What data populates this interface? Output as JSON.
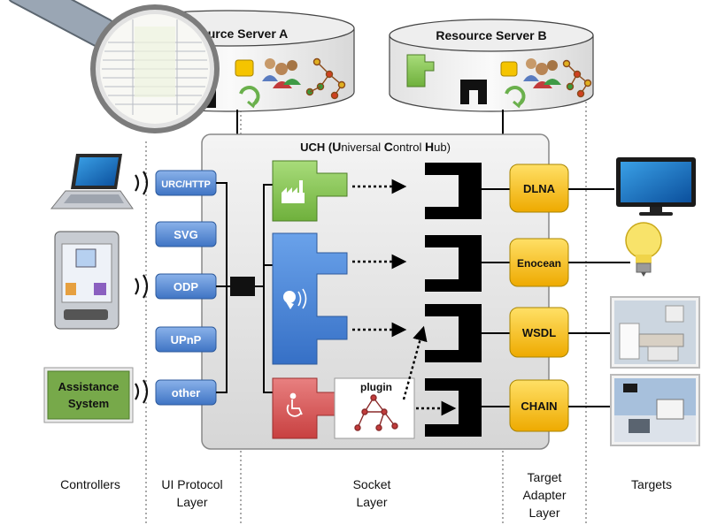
{
  "resource_servers": [
    {
      "name": "Resource Server A",
      "visible_text": "urce Server A"
    },
    {
      "name": "Resource Server B",
      "visible_text": "Resource Server B"
    }
  ],
  "uch": {
    "title_parts": [
      "UCH (",
      "U",
      "niversal ",
      "C",
      "ontrol ",
      "H",
      "ub)"
    ]
  },
  "protocols": [
    "URC/HTTP",
    "SVG",
    "ODP",
    "UPnP",
    "other"
  ],
  "adapters": [
    "DLNA",
    "Enocean",
    "WSDL",
    "CHAIN"
  ],
  "plugin_label": "plugin",
  "assistance_system": {
    "line1": "Assistance",
    "line2": "System"
  },
  "layers": {
    "controllers": [
      "Controllers"
    ],
    "ui_protocol": [
      "UI Protocol",
      "Layer"
    ],
    "socket": [
      "Socket",
      "Layer"
    ],
    "target_adapter": [
      "Target",
      "Adapter",
      "Layer"
    ],
    "targets": [
      "Targets"
    ]
  },
  "icons": {
    "laptop": "laptop-icon",
    "pda": "pda-icon",
    "magnifier": "magnifier-icon",
    "tv": "tv-icon",
    "lightbulb": "lightbulb-icon",
    "kitchen": "kitchen-icon",
    "office": "office-icon",
    "factory": "factory-icon",
    "speaker": "speaker-icon",
    "wheelchair": "wheelchair-icon"
  },
  "colors": {
    "protocol_blue": "#5b8fd6",
    "adapter_yellow": "#f6c412",
    "green_module": "#8cc95a",
    "blue_module": "#4a86d8",
    "red_module": "#d95a5a",
    "assist_green": "#77a94a"
  }
}
